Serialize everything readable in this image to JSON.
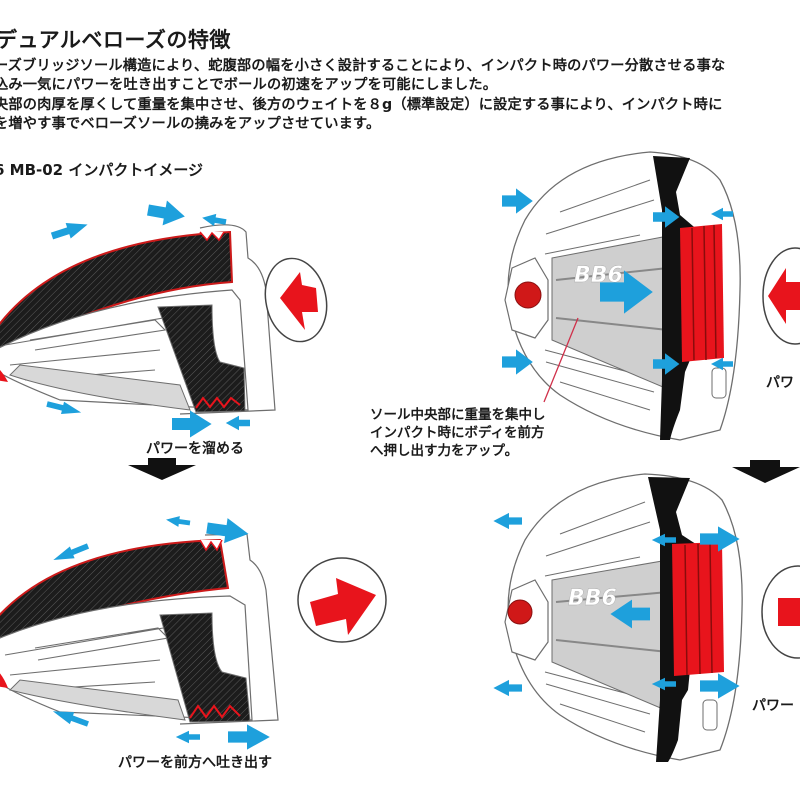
{
  "header": {
    "title": "デュアルベローズの特徴",
    "paragraph_lines": [
      "ーズブリッジソール構造により、蛇腹部の幅を小さく設計することにより、インパクト時のパワー分散させる事な",
      "込み一気にパワーを吐き出すことでボールの初速をアップを可能にしました。",
      "央部の肉厚を厚くして重量を集中させ、後方のウェイトを８g（標準設定）に設定する事により、インパクト時に",
      "を増やす事でベローズソールの撓みをアップさせています。"
    ]
  },
  "section": {
    "subtitle": "6 MB-02 インパクトイメージ"
  },
  "captions": {
    "left_top": "パワーを溜める",
    "left_bottom": "パワーを前方へ吐き出す",
    "right_top": "パワ",
    "right_bottom": "パワー"
  },
  "annotation": {
    "lines": [
      "ソール中央部に重量を集中し",
      "インパクト時にボディを前方",
      "へ押し出す力をアップ。"
    ]
  },
  "club_logo": "BB6",
  "colors": {
    "arrow_blue": "#1ea0dc",
    "arrow_red": "#e8141c",
    "carbon_black": "#1c1c1c",
    "sole_gray": "#cfcfcf",
    "outline": "#6e6e6e"
  }
}
